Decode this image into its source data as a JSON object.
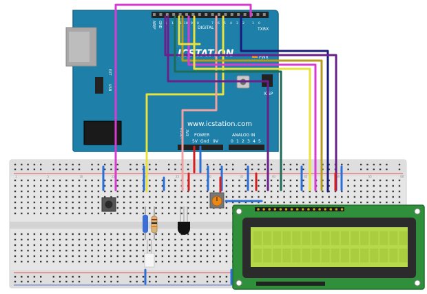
{
  "board": {
    "brand": "ICSTATION",
    "url": "www.icstation.com",
    "header_label_digital": "DIGITAL",
    "aref_label": "AREF",
    "gnd_label": "GND",
    "tx_label": "TX",
    "rx_label": "RX",
    "power_label": "POWER",
    "analog_label": "ANALOG IN",
    "pwr_led_label": "PWR",
    "icsp_label": "ICSP",
    "usb_label": "USB",
    "ext_label": "EXT",
    "power_pins": [
      "RESET",
      "3V3",
      "5V",
      "Gnd",
      "9V"
    ],
    "analog_pins": [
      "0",
      "1",
      "2",
      "3",
      "4",
      "5"
    ],
    "digital_pins": [
      "13",
      "12",
      "11",
      "10",
      "9",
      "8",
      "7",
      "6",
      "5",
      "4",
      "3",
      "2",
      "1",
      "0"
    ]
  },
  "breadboard": {
    "column_numbers": [
      "1",
      "5",
      "10",
      "15",
      "20",
      "25",
      "30",
      "35",
      "40",
      "45",
      "50",
      "55",
      "60"
    ]
  },
  "colors": {
    "board": "#1d7fa8",
    "board_dark": "#136a8f",
    "breadboard": "#e9e9e9",
    "lcd_pcb": "#2f8f3a",
    "lcd_screen": "#b6d84b",
    "wire_magenta": "#d63cd0",
    "wire_yellow": "#e8e23a",
    "wire_pink": "#f2a0a0",
    "wire_navy": "#1a1a7a",
    "wire_purple": "#6a1f8a",
    "wire_olive": "#b59a1e",
    "wire_teal": "#1e6b5a",
    "wire_red": "#d62020",
    "wire_blue": "#2a6fd6"
  }
}
